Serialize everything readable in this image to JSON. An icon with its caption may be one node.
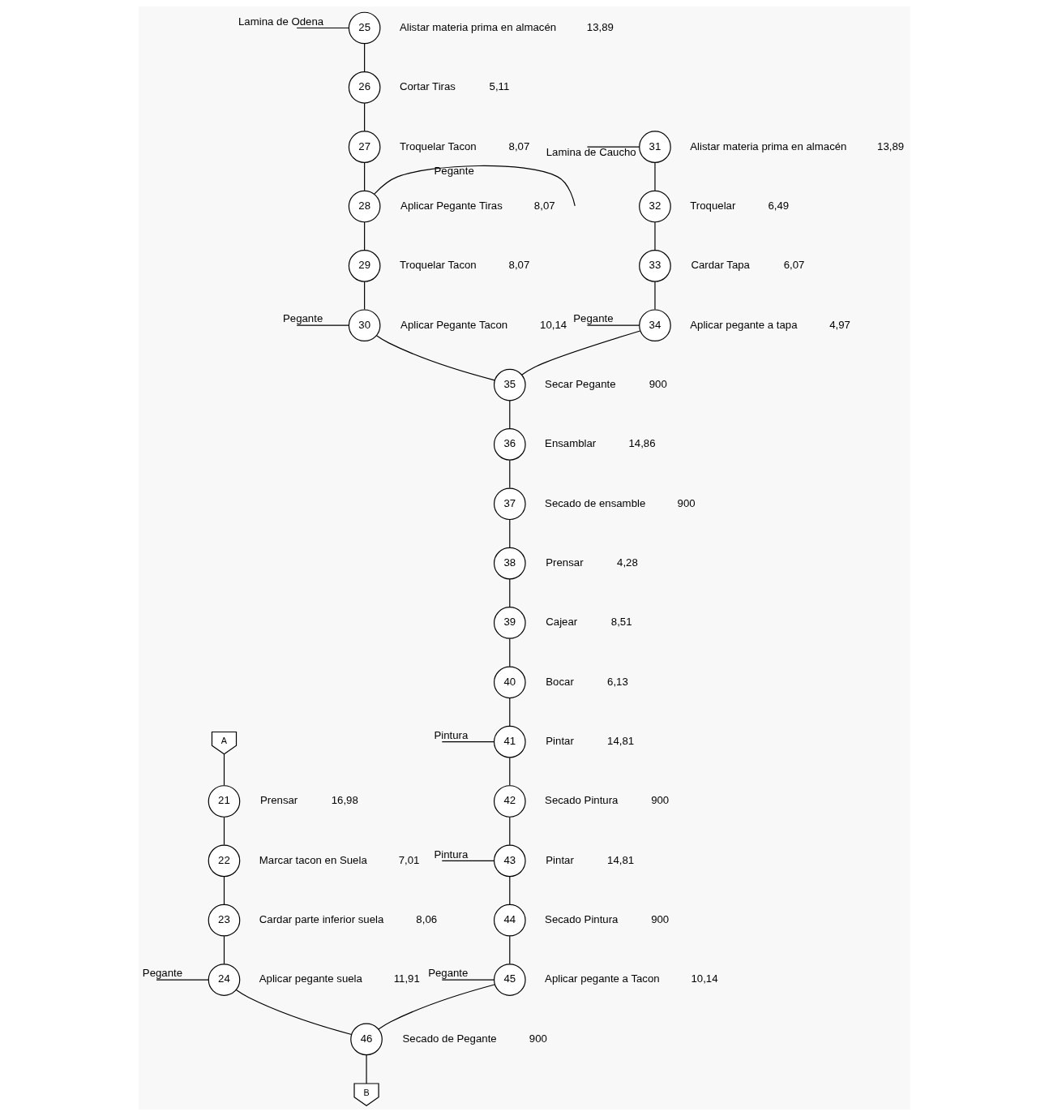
{
  "diagram": {
    "nodes": [
      {
        "text": [
          "31"
        ],
        "beside": [
          "Alistar materia prima en almacén",
          "13,89"
        ]
      },
      {
        "text": [
          "32"
        ],
        "beside": [
          "Troquelar",
          "6,49"
        ]
      },
      {
        "text": [
          "33"
        ],
        "beside": [
          "Cardar Tapa",
          "6,07"
        ]
      },
      {
        "text": [
          "34"
        ],
        "beside": [
          "Aplicar pegante a tapa",
          "4,97"
        ]
      },
      {
        "text": [
          "25"
        ],
        "beside": [
          "Alistar materia prima en almacén",
          "13,89"
        ]
      },
      {
        "text": [
          "26"
        ],
        "beside": [
          "Cortar Tiras",
          "5,11"
        ]
      },
      {
        "text": [
          "27"
        ],
        "beside": [
          "Troquelar Tacon",
          "8,07"
        ]
      },
      {
        "text": [
          "28"
        ],
        "beside": [
          "Aplicar Pegante Tiras",
          "8,07"
        ]
      },
      {
        "text": [
          "29"
        ],
        "beside": [
          "Troquelar Tacon",
          "8,07"
        ]
      },
      {
        "text": [
          "30"
        ],
        "beside": [
          "Aplicar Pegante Tacon",
          "10,14"
        ]
      },
      {
        "text": [
          "35"
        ],
        "beside": [
          "Secar Pegante",
          "900"
        ]
      },
      {
        "text": [
          "36"
        ],
        "beside": [
          "Ensamblar",
          "14,86"
        ]
      },
      {
        "text": [
          "37"
        ],
        "beside": [
          "Secado de ensamble",
          "900"
        ]
      },
      {
        "text": [
          "38"
        ],
        "beside": [
          "Prensar",
          "4,28"
        ]
      },
      {
        "text": [
          "39"
        ],
        "beside": [
          "Cajear",
          "8,51"
        ]
      },
      {
        "text": [
          "40"
        ],
        "beside": [
          "Bocar",
          "6,13"
        ]
      },
      {
        "text": [
          "41"
        ],
        "beside": [
          "Pintar",
          "14,81"
        ]
      },
      {
        "text": [
          "42"
        ],
        "beside": [
          "Secado Pintura",
          "900"
        ]
      },
      {
        "text": [
          "43"
        ],
        "beside": [
          "Pintar",
          "14,81"
        ]
      },
      {
        "text": [
          "44"
        ],
        "beside": [
          "Secado Pintura",
          "900"
        ]
      },
      {
        "text": [
          "45"
        ],
        "beside": [
          "Aplicar pegante a Tacon",
          "10,14"
        ]
      },
      {
        "text": [
          "A"
        ]
      },
      {
        "text": [
          "21"
        ],
        "beside": [
          "Prensar",
          "16,98"
        ]
      },
      {
        "text": [
          "22"
        ],
        "beside": [
          "Marcar tacon en Suela",
          "7,01"
        ]
      },
      {
        "text": [
          "23"
        ],
        "beside": [
          "Cardar parte inferior suela",
          "8,06"
        ]
      },
      {
        "text": [
          "24"
        ],
        "beside": [
          "Aplicar pegante suela",
          "11,91"
        ]
      },
      {
        "text": [
          "46"
        ],
        "beside": [
          "Secado de Pegante",
          "900"
        ]
      },
      {
        "text": [
          "B"
        ]
      }
    ],
    "edges": [
      {
        "from": null,
        "to": 0,
        "arrow": "none",
        "label": "Lamina de Caucho"
      },
      {
        "from": 0,
        "to": 1,
        "arrow": "none"
      },
      {
        "from": 1,
        "to": 2,
        "arrow": "none"
      },
      {
        "from": null,
        "to": 3,
        "arrow": "none",
        "label": "Pegante"
      },
      {
        "from": 2,
        "to": 3,
        "arrow": "none"
      },
      {
        "from": 3,
        "to": 10,
        "arrow": "none"
      },
      {
        "from": null,
        "to": 4,
        "arrow": "none",
        "label": "Lamina de Odena"
      },
      {
        "from": 4,
        "to": 5,
        "arrow": "none"
      },
      {
        "from": 5,
        "to": 6,
        "arrow": "none"
      },
      {
        "from": null,
        "to": 7,
        "arrow": "none",
        "label": "Pegante"
      },
      {
        "from": 6,
        "to": 7,
        "arrow": "none"
      },
      {
        "from": 7,
        "to": 8,
        "arrow": "none"
      },
      {
        "from": null,
        "to": 9,
        "arrow": "none",
        "label": "Pegante"
      },
      {
        "from": 8,
        "to": 9,
        "arrow": "none"
      },
      {
        "from": 9,
        "to": 10,
        "arrow": "none"
      },
      {
        "from": 10,
        "to": 11,
        "arrow": "none"
      },
      {
        "from": 11,
        "to": 12,
        "arrow": "none"
      },
      {
        "from": 12,
        "to": 13,
        "arrow": "none"
      },
      {
        "from": 13,
        "to": 14,
        "arrow": "none"
      },
      {
        "from": 14,
        "to": 15,
        "arrow": "none"
      },
      {
        "from": null,
        "to": 16,
        "arrow": "none",
        "label": "Pintura"
      },
      {
        "from": 15,
        "to": 16,
        "arrow": "none"
      },
      {
        "from": 16,
        "to": 17,
        "arrow": "none"
      },
      {
        "from": null,
        "to": 18,
        "arrow": "none",
        "label": "Pintura"
      },
      {
        "from": 17,
        "to": 18,
        "arrow": "none"
      },
      {
        "from": 18,
        "to": 19,
        "arrow": "none"
      },
      {
        "from": null,
        "to": 20,
        "arrow": "none",
        "label": "Pegante"
      },
      {
        "from": 19,
        "to": 20,
        "arrow": "none"
      },
      {
        "from": 20,
        "to": 26,
        "arrow": "none"
      },
      {
        "from": 21,
        "to": 22,
        "arrow": "none"
      },
      {
        "from": 22,
        "to": 23,
        "arrow": "none"
      },
      {
        "from": null,
        "to": 25,
        "arrow": "none",
        "label": "Pegante"
      },
      {
        "from": 23,
        "to": 24,
        "arrow": "none"
      },
      {
        "from": 24,
        "to": 25,
        "arrow": "none"
      },
      {
        "from": 25,
        "to": 26,
        "arrow": "none"
      },
      {
        "from": 26,
        "to": 27,
        "arrow": "none"
      }
    ]
  }
}
